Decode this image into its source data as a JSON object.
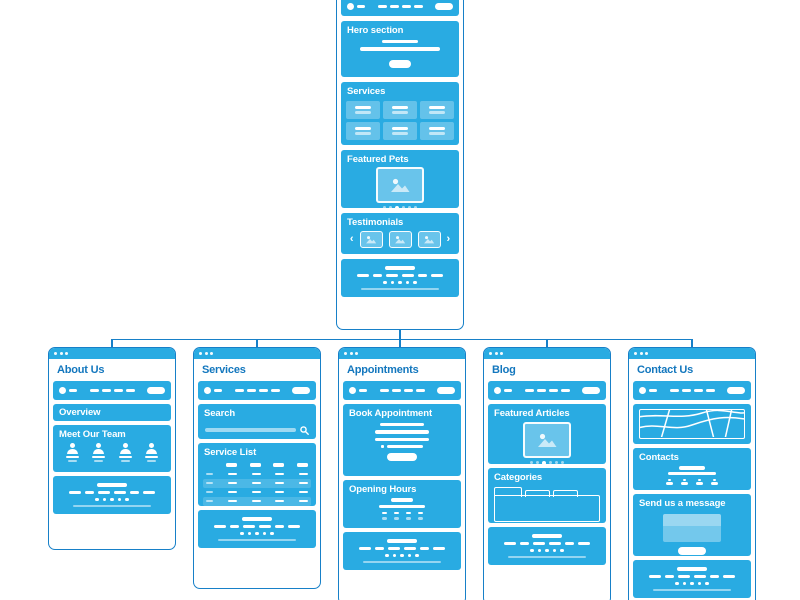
{
  "palette": {
    "primary_fill": "#29ABE2",
    "frame_border": "#1780C8",
    "page_title_text": "#1377BE",
    "section_title_text": "#FFFFFF",
    "background": "#FFFFFF"
  },
  "root_page": {
    "sections": {
      "hero": "Hero section",
      "services": "Services",
      "featured_pets": "Featured Pets",
      "testimonials": "Testimonials"
    }
  },
  "pages": {
    "about": {
      "title": "About Us",
      "sections": {
        "overview": "Overview",
        "team": "Meet Our Team"
      }
    },
    "services": {
      "title": "Services",
      "sections": {
        "search": "Search",
        "service_list": "Service List"
      }
    },
    "appointments": {
      "title": "Appointments",
      "sections": {
        "book": "Book Appointment",
        "hours": "Opening Hours"
      }
    },
    "blog": {
      "title": "Blog",
      "sections": {
        "featured_articles": "Featured Articles",
        "categories": "Categories"
      }
    },
    "contact": {
      "title": "Contact Us",
      "sections": {
        "contacts": "Contacts",
        "message": "Send us a message"
      }
    }
  },
  "icons": {
    "prev": "‹",
    "next": "›"
  }
}
